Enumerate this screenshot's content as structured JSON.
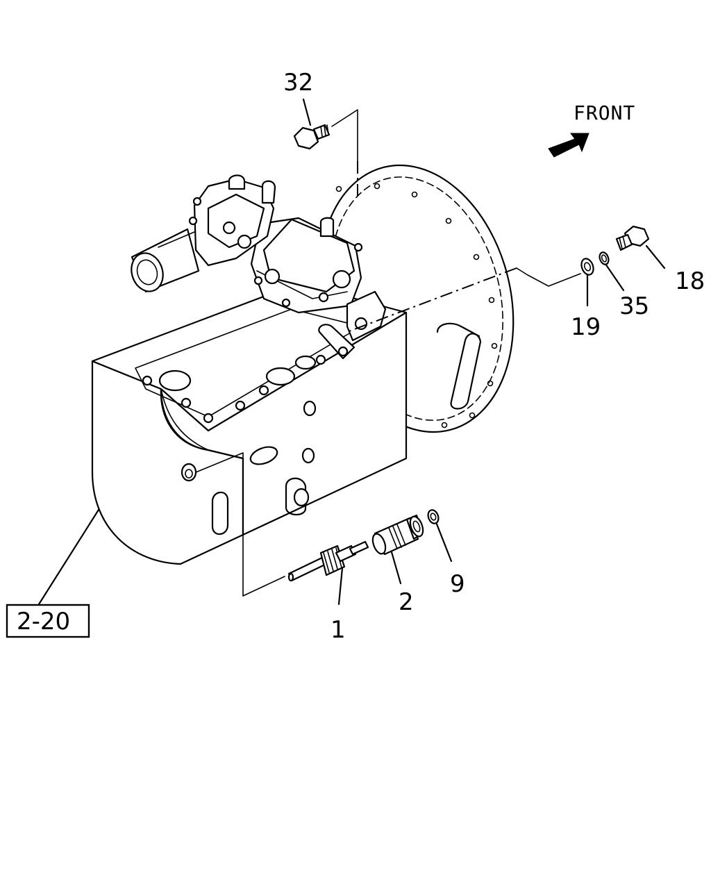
{
  "diagram": {
    "front_label": "FRONT",
    "reference_box": "2-20",
    "callouts": {
      "c32": "32",
      "c18": "18",
      "c35": "35",
      "c19": "19",
      "c1": "1",
      "c2": "2",
      "c9": "9"
    },
    "icons": {
      "front_arrow": "arrow-pointing-forward-icon"
    }
  }
}
